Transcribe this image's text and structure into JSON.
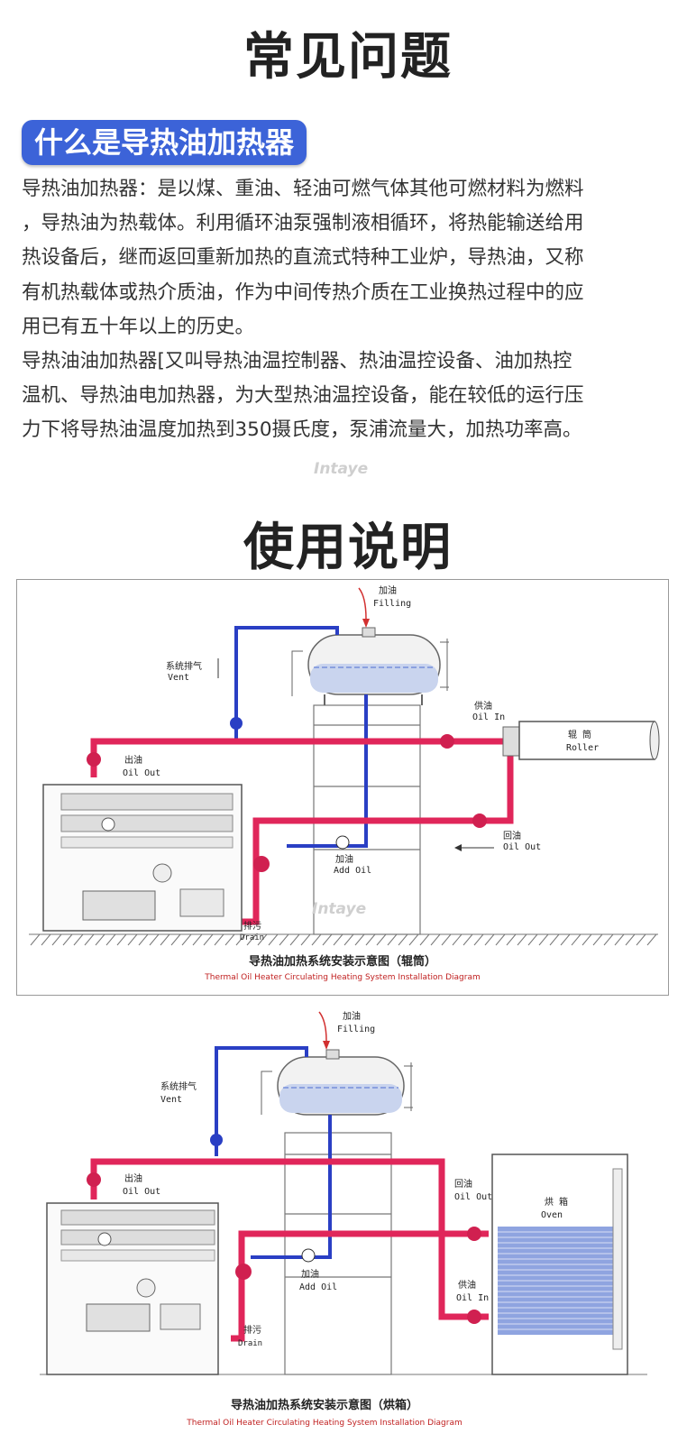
{
  "faq": {
    "title": "常见问题",
    "question": "什么是导热油加热器",
    "answer_lines": [
      "导热油加热器：是以煤、重油、轻油可燃气体其他可燃材料为燃料",
      "，导热油为热载体。利用循环油泵强制液相循环，将热能输送给用",
      "热设备后，继而返回重新加热的直流式特种工业炉，导热油，又称",
      "有机热载体或热介质油，作为中间传热介质在工业换热过程中的应",
      "用已有五十年以上的历史。"
    ],
    "answer2_lines": [
      "导热油油加热器[又叫导热油温控制器、热油温控设备、油加热控",
      "温机、导热油电加热器，为大型热油温控设备，能在较低的运行压",
      "力下将导热油温度加热到350摄氏度，泵浦流量大，加热功率高。"
    ]
  },
  "watermark": "Intaye",
  "usage": {
    "title": "使用说明"
  },
  "diagram1": {
    "filling_cn": "加油",
    "filling_en": "Filling",
    "vent_cn": "系统排气",
    "vent_en": "Vent",
    "oil_out_cn": "出油",
    "oil_out_en": "Oil Out",
    "oil_in_cn": "供油",
    "oil_in_en": "Oil In",
    "roller_cn": "辊 筒",
    "roller_en": "Roller",
    "return_cn": "回油",
    "return_en": "Oil Out",
    "add_oil_cn": "加油",
    "add_oil_en": "Add Oil",
    "drain_cn": "排污",
    "drain_en": "Drain",
    "caption_cn": "导热油加热系统安装示意图（辊筒）",
    "caption_en": "Thermal Oil Heater Circulating Heating System Installation Diagram"
  },
  "diagram2": {
    "filling_cn": "加油",
    "filling_en": "Filling",
    "vent_cn": "系统排气",
    "vent_en": "Vent",
    "oil_out_cn": "出油",
    "oil_out_en": "Oil Out",
    "return_cn": "回油",
    "return_en": "Oil Out",
    "oven_cn": "烘 箱",
    "oven_en": "Oven",
    "oil_in_cn": "供油",
    "oil_in_en": "Oil In",
    "add_oil_cn": "加油",
    "add_oil_en": "Add Oil",
    "drain_cn": "排污",
    "drain_en": "Drain",
    "caption_cn": "导热油加热系统安装示意图（烘箱）",
    "caption_en": "Thermal Oil Heater Circulating Heating System Installation Diagram"
  },
  "colors": {
    "accent_blue": "#3c63d8",
    "pipe_red": "#e0265a",
    "pipe_blue": "#2a3fc4"
  }
}
